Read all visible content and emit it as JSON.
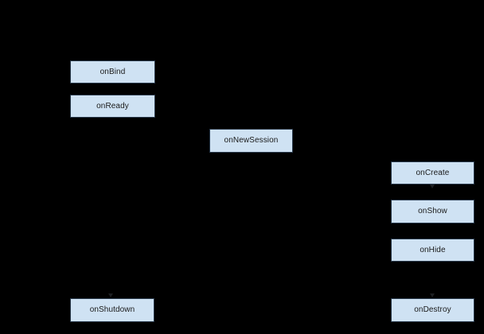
{
  "diagram": {
    "background": "#000000",
    "node_fill": "#cfe2f3",
    "node_border": "#28384a",
    "node_text_color": "#1a1a1a",
    "nodes": [
      {
        "id": "onBind",
        "label": "onBind"
      },
      {
        "id": "onReady",
        "label": "onReady"
      },
      {
        "id": "onNewSession",
        "label": "onNewSession"
      },
      {
        "id": "onCreate",
        "label": "onCreate"
      },
      {
        "id": "onShow",
        "label": "onShow"
      },
      {
        "id": "onHide",
        "label": "onHide"
      },
      {
        "id": "onShutdown",
        "label": "onShutdown"
      },
      {
        "id": "onDestroy",
        "label": "onDestroy"
      }
    ]
  }
}
